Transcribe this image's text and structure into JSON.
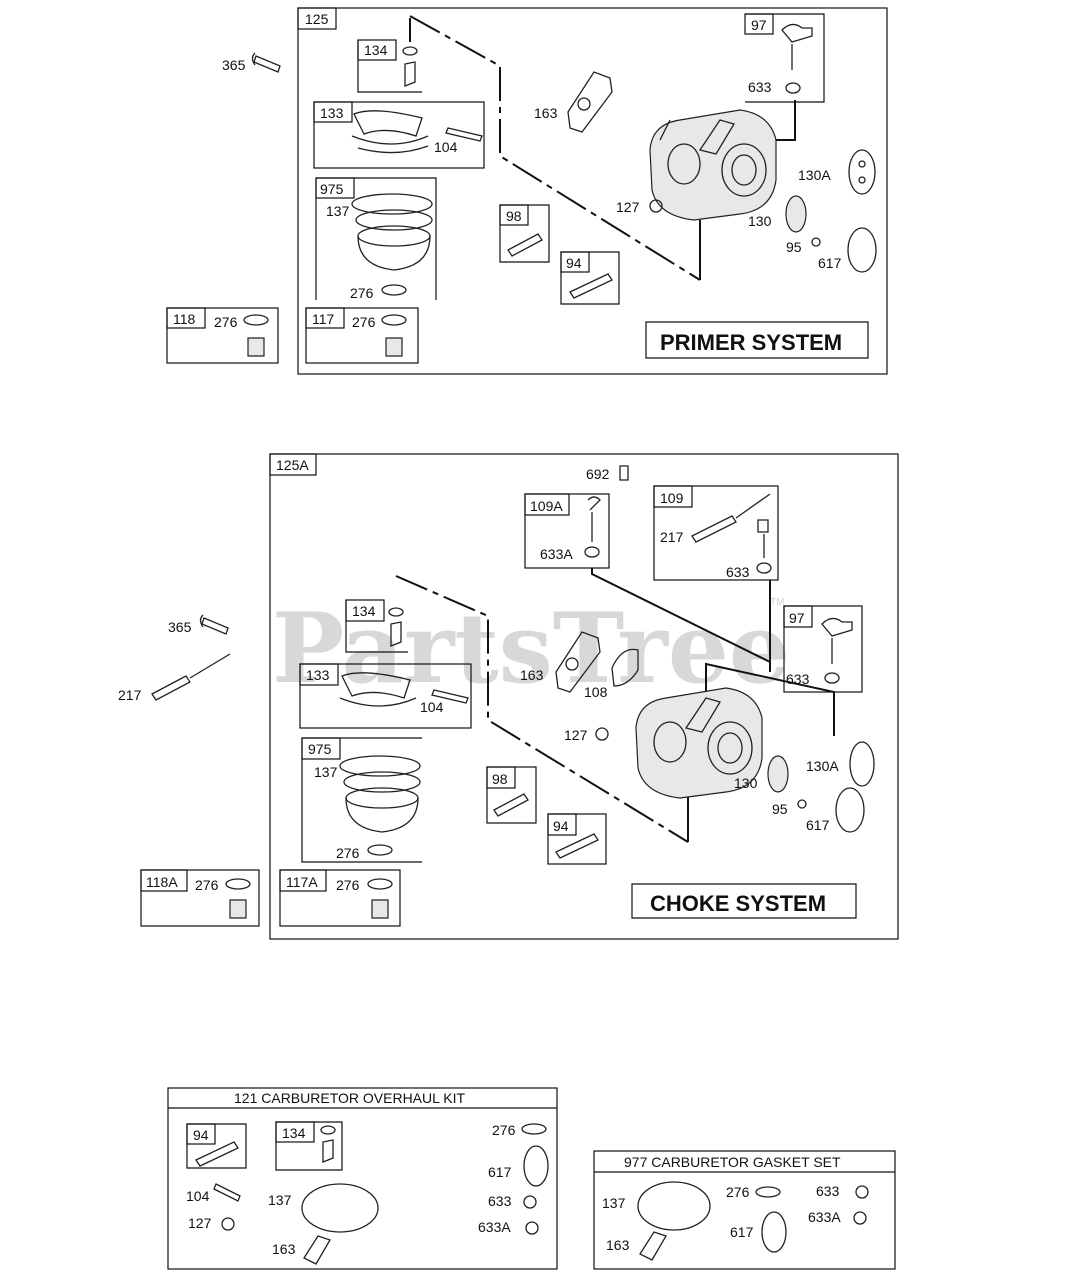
{
  "watermark": "PartsTree",
  "watermark_tm": "TM",
  "primer": {
    "box_label": "125",
    "title": "PRIMER SYSTEM",
    "labels": {
      "p365": "365",
      "p134": "134",
      "p133": "133",
      "p104": "104",
      "p975": "975",
      "p137": "137",
      "p276a": "276",
      "p118": "118",
      "p276b": "276",
      "p117": "117",
      "p276c": "276",
      "p163": "163",
      "p97": "97",
      "p633": "633",
      "p130A": "130A",
      "p127": "127",
      "p130": "130",
      "p98": "98",
      "p94": "94",
      "p95": "95",
      "p617": "617"
    }
  },
  "choke": {
    "box_label": "125A",
    "title": "CHOKE SYSTEM",
    "labels": {
      "p692": "692",
      "p109A": "109A",
      "p633A": "633A",
      "p109": "109",
      "p217a": "217",
      "p633a": "633",
      "p365": "365",
      "p217b": "217",
      "p134": "134",
      "p97": "97",
      "p633b": "633",
      "p163": "163",
      "p108": "108",
      "p133": "133",
      "p104": "104",
      "p975": "975",
      "p137": "137",
      "p127": "127",
      "p130A": "130A",
      "p130": "130",
      "p98": "98",
      "p95": "95",
      "p617": "617",
      "p94": "94",
      "p276a": "276",
      "p118A": "118A",
      "p276b": "276",
      "p117A": "117A",
      "p276c": "276"
    }
  },
  "overhaul_kit": {
    "title": "121 CARBURETOR OVERHAUL KIT",
    "labels": {
      "p94": "94",
      "p134": "134",
      "p276": "276",
      "p617": "617",
      "p104": "104",
      "p137": "137",
      "p633": "633",
      "p127": "127",
      "p633A": "633A",
      "p163": "163"
    }
  },
  "gasket_set": {
    "title": "977 CARBURETOR GASKET SET",
    "labels": {
      "p137": "137",
      "p276": "276",
      "p633": "633",
      "p633A": "633A",
      "p617": "617",
      "p163": "163"
    }
  }
}
